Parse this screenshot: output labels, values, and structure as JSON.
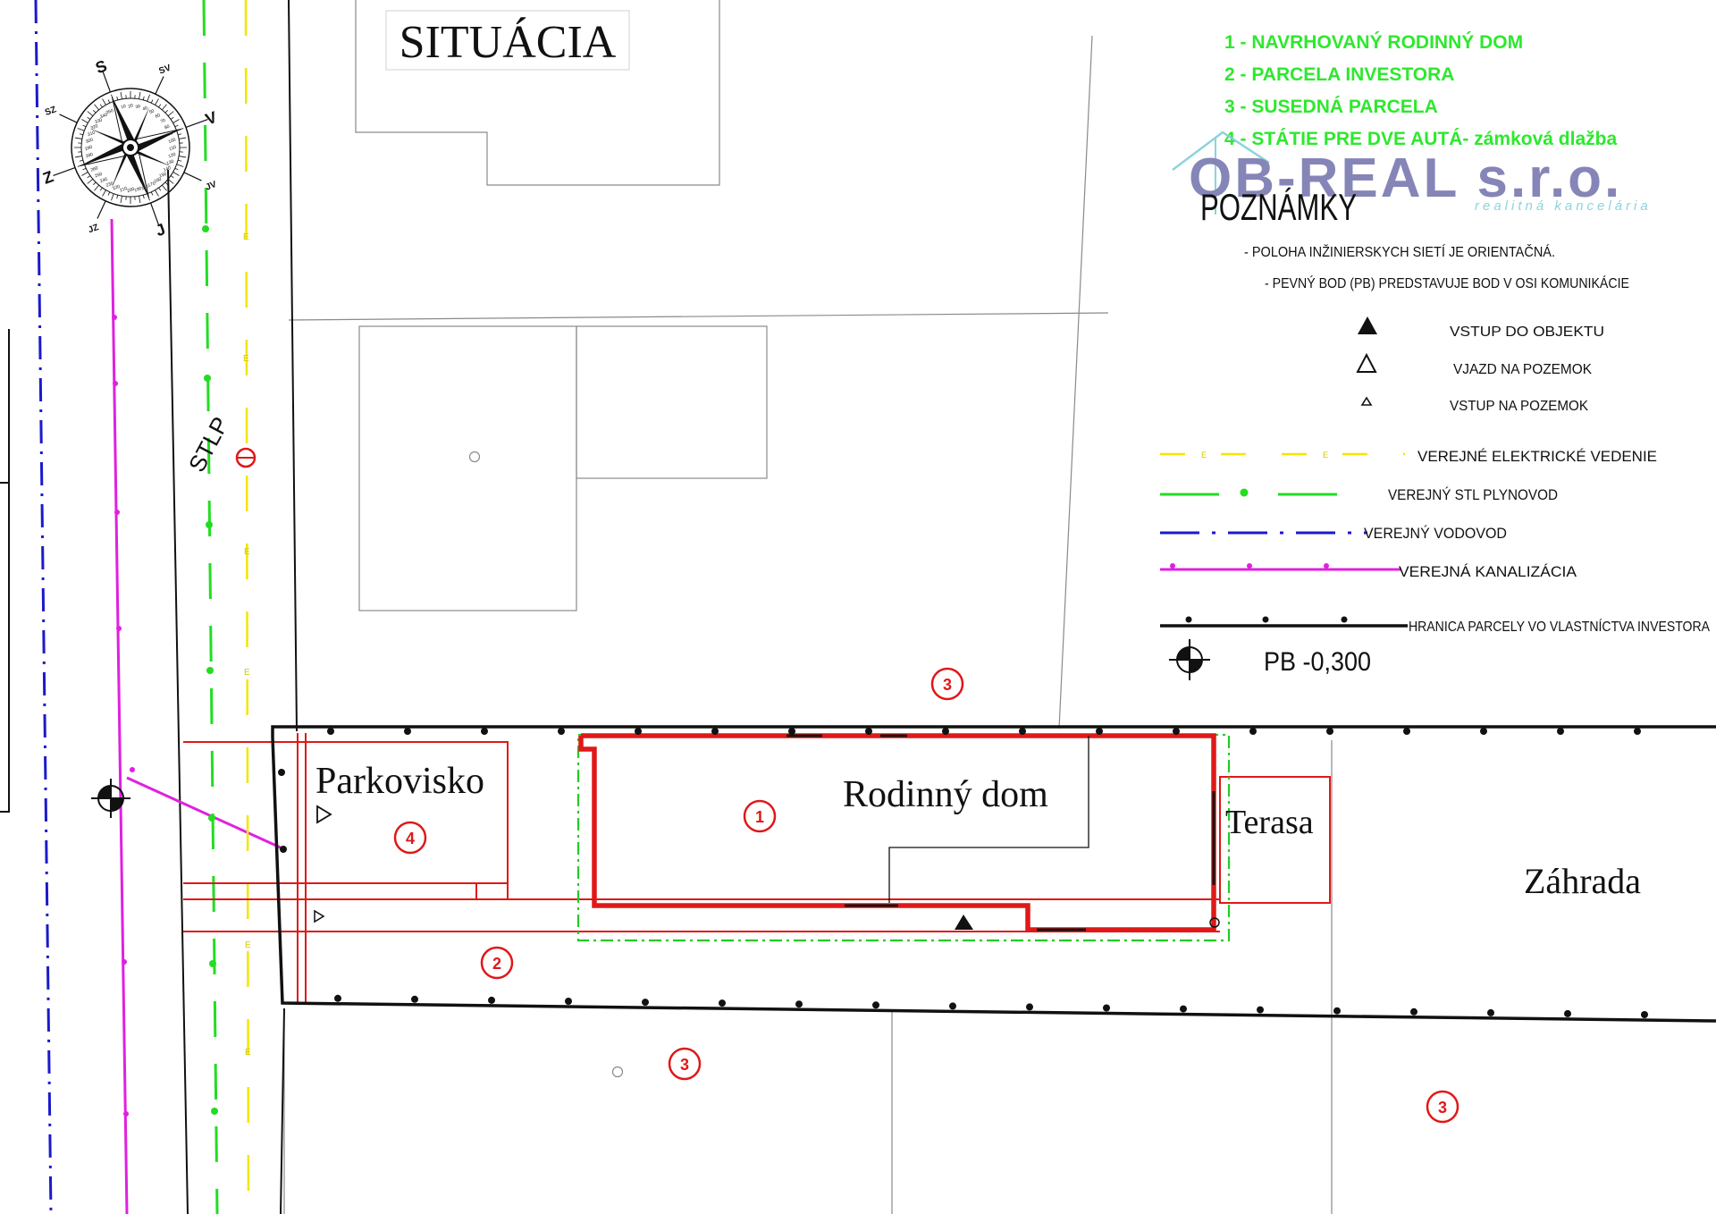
{
  "title": "SITUÁCIA",
  "colors": {
    "plot_red": "#e01818",
    "boundary": "#111111",
    "electric": "#f2e600",
    "gas": "#22dd22",
    "water": "#1a1acc",
    "sewer": "#e020e0",
    "legend_green": "#2ee82e",
    "logo": "#7a78b0",
    "logo_sub": "#7fd0d8",
    "grey_line": "#9a9a9a"
  },
  "legend_numbered": [
    "1 - NAVRHOVANÝ RODINNÝ DOM",
    "2 - PARCELA INVESTORA",
    "3 - SUSEDNÁ PARCELA",
    "4 - STÁTIE PRE DVE AUTÁ- zámková dlažba"
  ],
  "logo": {
    "name": "OB-REAL s.r.o.",
    "sub": "realitná kancelária"
  },
  "notes": {
    "heading": "POZNÁMKY",
    "items": [
      "- POLOHA INŽINIERSKYCH SIETÍ JE ORIENTAČNÁ.",
      "- PEVNÝ BOD (PB) PREDSTAVUJE BOD V OSI KOMUNIKÁCIE"
    ]
  },
  "symbols": [
    "VSTUP DO OBJEKTU",
    "VJAZD NA POZEMOK",
    "VSTUP NA POZEMOK"
  ],
  "utilities": [
    "VEREJNÉ ELEKTRICKÉ VEDENIE",
    "VEREJNÝ STL PLYNOVOD",
    "VEREJNÝ VODOVOD",
    "VEREJNÁ KANALIZÁCIA",
    "HRANICA PARCELY VO VLASTNÍCTVA INVESTORA"
  ],
  "line_markers": {
    "electric": "E",
    "gas": "●"
  },
  "pb_label": "PB -0,300",
  "pole_label": "STLP",
  "areas": {
    "parking": "Parkovisko",
    "house": "Rodinný dom",
    "terrace": "Terasa",
    "garden": "Záhrada"
  },
  "markers": {
    "house": "1",
    "parcel": "2",
    "neighbor": "3",
    "parking": "4"
  },
  "compass": {
    "main": [
      "S",
      "V",
      "J",
      "Z"
    ],
    "inter": [
      "SV",
      "JV",
      "JZ",
      "SZ"
    ],
    "degrees": [
      "0",
      "10",
      "20",
      "30",
      "40",
      "50",
      "60",
      "70",
      "80",
      "90",
      "100",
      "110",
      "120",
      "130",
      "140",
      "150",
      "160",
      "170",
      "180",
      "190",
      "200",
      "210",
      "220",
      "230",
      "240",
      "250",
      "260",
      "270",
      "280",
      "290",
      "300",
      "310",
      "320",
      "330",
      "340",
      "350"
    ]
  }
}
